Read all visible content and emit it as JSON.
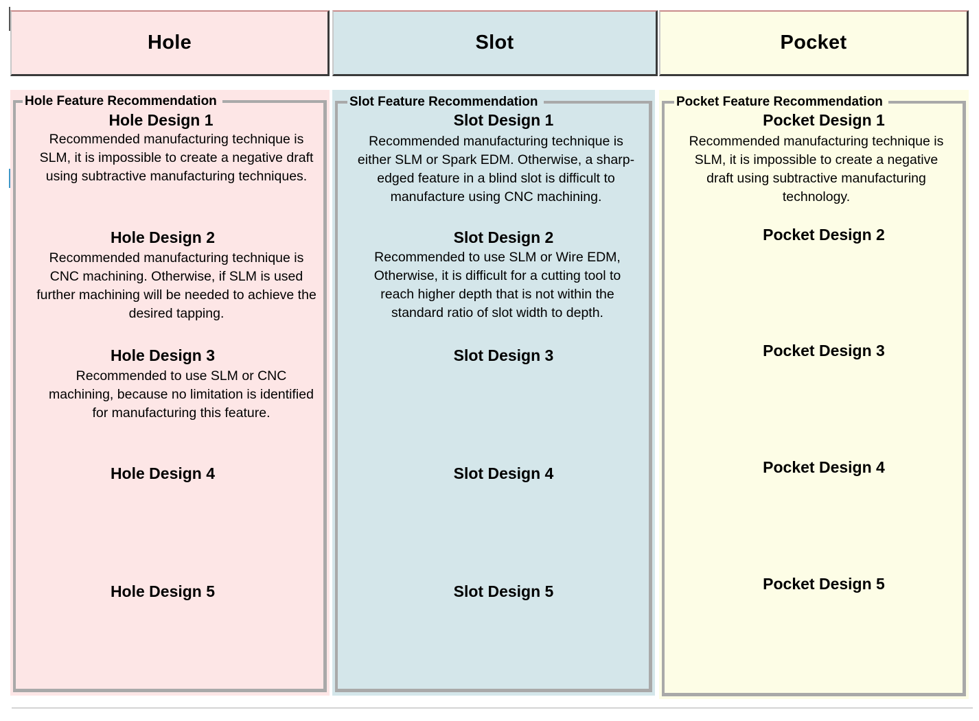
{
  "header": {
    "hole": "Hole",
    "slot": "Slot",
    "pocket": "Pocket"
  },
  "hole": {
    "legend": "Hole Feature Recommendation",
    "designs": [
      {
        "title": "Hole Design 1",
        "desc": "Recommended manufacturing technique is SLM, it is impossible to create a negative draft using subtractive manufacturing techniques."
      },
      {
        "title": "Hole Design 2",
        "desc": "Recommended manufacturing technique is CNC machining. Otherwise, if SLM is used further machining will be needed to achieve the desired tapping."
      },
      {
        "title": "Hole Design 3",
        "desc": "Recommended to use SLM or CNC machining, because no limitation is identified for manufacturing this feature."
      },
      {
        "title": "Hole Design 4"
      },
      {
        "title": "Hole Design 5"
      }
    ]
  },
  "slot": {
    "legend": "Slot Feature Recommendation",
    "designs": [
      {
        "title": "Slot Design 1",
        "desc": "Recommended manufacturing technique is either SLM or Spark EDM. Otherwise, a sharp-edged feature in a blind slot is difficult to manufacture using CNC machining."
      },
      {
        "title": "Slot Design 2",
        "desc": "Recommended to use SLM or Wire EDM, Otherwise,  it is difficult for a cutting tool to reach higher depth that is not within the standard ratio of slot width to depth."
      },
      {
        "title": "Slot Design 3"
      },
      {
        "title": "Slot Design 4"
      },
      {
        "title": "Slot Design 5"
      }
    ]
  },
  "pocket": {
    "legend": "Pocket Feature Recommendation",
    "designs": [
      {
        "title": "Pocket Design 1",
        "desc": "Recommended manufacturing technique is SLM, it is impossible to create a negative draft using subtractive manufacturing technology."
      },
      {
        "title": "Pocket Design 2"
      },
      {
        "title": "Pocket Design 3"
      },
      {
        "title": "Pocket Design 4"
      },
      {
        "title": "Pocket Design 5"
      }
    ]
  },
  "colors": {
    "hole_bg": "#fde6e6",
    "slot_bg": "#d4e6ea",
    "pocket_bg": "#fdfde6"
  }
}
